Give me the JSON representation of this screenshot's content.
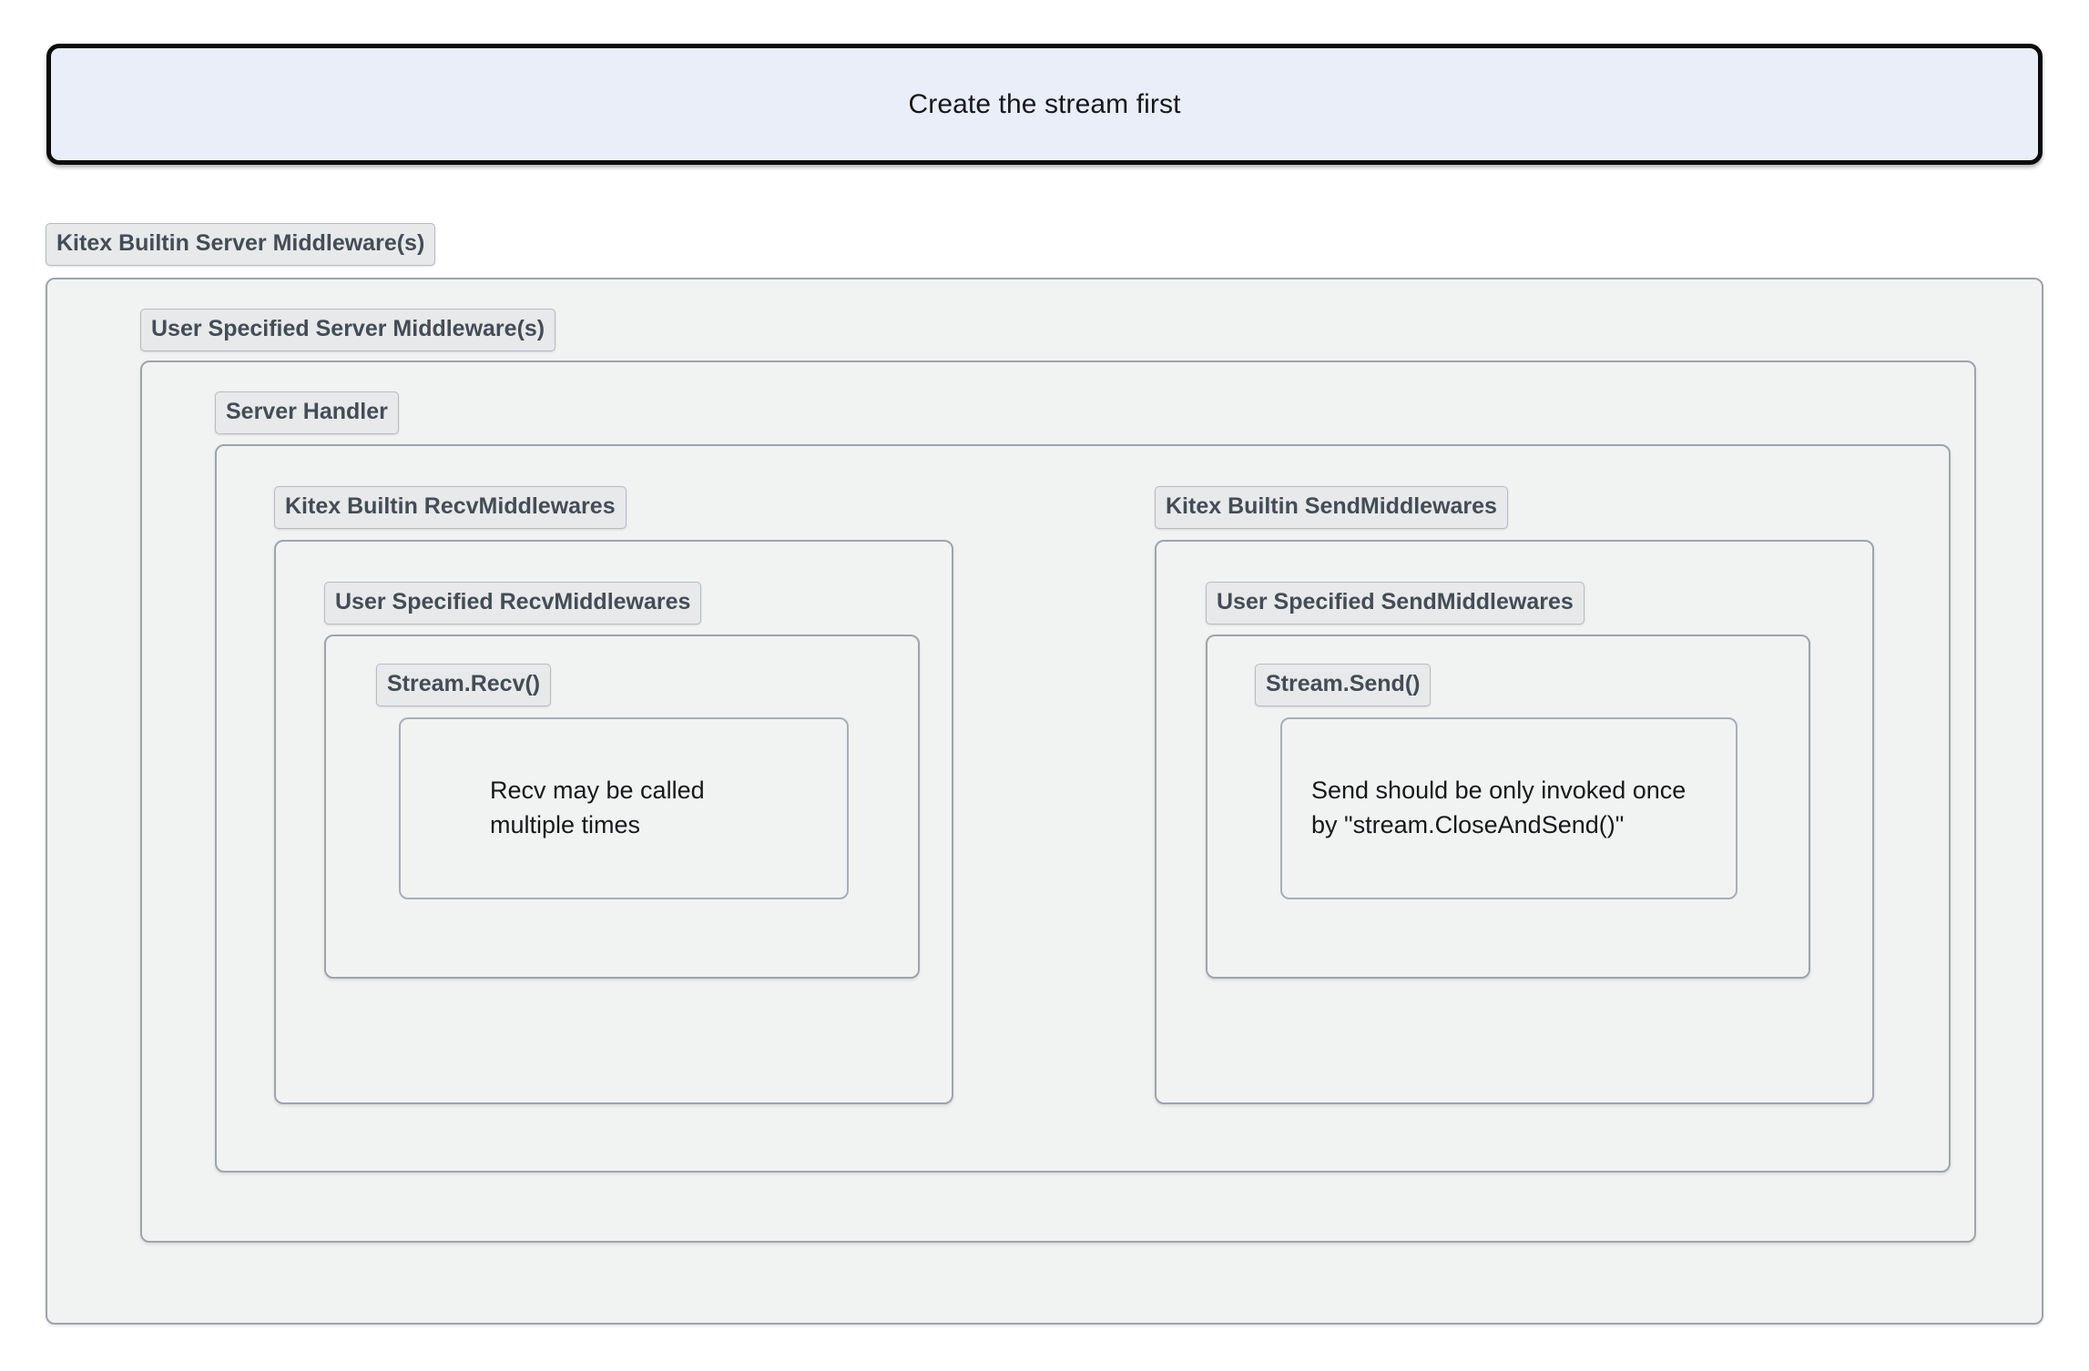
{
  "banner": {
    "text": "Create the stream first"
  },
  "groups": {
    "kitex_builtin_server_mw": {
      "label": "Kitex Builtin Server Middleware(s)"
    },
    "user_specified_server_mw": {
      "label": "User Specified Server Middleware(s)"
    },
    "server_handler": {
      "label": "Server Handler"
    },
    "kitex_builtin_recv_mw": {
      "label": "Kitex Builtin RecvMiddlewares"
    },
    "user_specified_recv_mw": {
      "label": "User Specified RecvMiddlewares"
    },
    "stream_recv": {
      "label": "Stream.Recv()",
      "note": "Recv may be called\nmultiple times"
    },
    "kitex_builtin_send_mw": {
      "label": "Kitex Builtin SendMiddlewares"
    },
    "user_specified_send_mw": {
      "label": "User Specified SendMiddlewares"
    },
    "stream_send": {
      "label": "Stream.Send()",
      "note": "Send should be only invoked once\nby \"stream.CloseAndSend()\""
    }
  },
  "colors": {
    "banner_fill": "#e9eef9",
    "banner_border": "#0c0c0c",
    "group_fill": "#f1f3f3",
    "group_border": "#9da5ab",
    "pill_fill": "#e7e9eb",
    "pill_border": "#b7bcc1",
    "pill_text": "#444c55",
    "body_text": "#17181a",
    "page_background": "#ffffff"
  }
}
